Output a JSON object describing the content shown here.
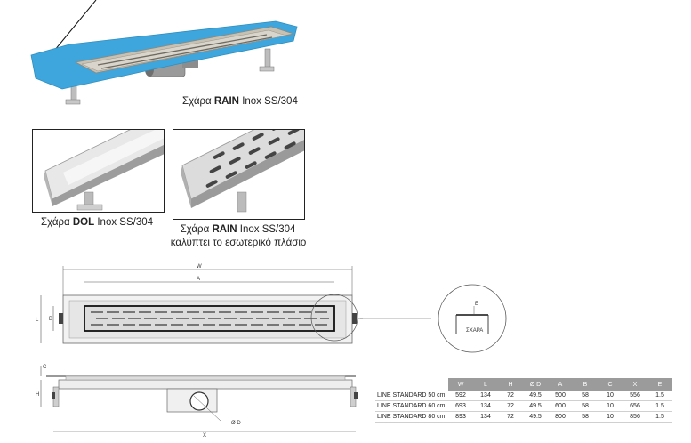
{
  "captions": {
    "top": {
      "prefix": "Σχάρα ",
      "bold": "RAIN",
      "suffix": " Inox SS/304"
    },
    "dol": {
      "prefix": "Σχάρα ",
      "bold": "DOL",
      "suffix": " Inox SS/304"
    },
    "rain": {
      "prefix": "Σχάρα ",
      "bold": "RAIN",
      "suffix": " Inox SS/304",
      "line2": "καλύπτει το εσωτερικό πλάσιο"
    }
  },
  "drawing": {
    "top_labels": {
      "W": "W",
      "A": "A",
      "L": "L",
      "B": "B"
    },
    "detail_labels": {
      "E": "E",
      "grate": "ΣΧΑΡΑ"
    },
    "side_labels": {
      "C": "C",
      "H": "H",
      "D": "Ø D",
      "X": "X"
    }
  },
  "spec_table": {
    "headers": [
      "",
      "W",
      "L",
      "H",
      "Ø D",
      "A",
      "B",
      "C",
      "X",
      "E"
    ],
    "rows": [
      [
        "LINE STANDARD 50 cm",
        "592",
        "134",
        "72",
        "49.5",
        "500",
        "58",
        "10",
        "556",
        "1.5"
      ],
      [
        "LINE STANDARD 60 cm",
        "693",
        "134",
        "72",
        "49.5",
        "600",
        "58",
        "10",
        "656",
        "1.5"
      ],
      [
        "LINE STANDARD 80 cm",
        "893",
        "134",
        "72",
        "49.5",
        "800",
        "58",
        "10",
        "856",
        "1.5"
      ]
    ]
  }
}
